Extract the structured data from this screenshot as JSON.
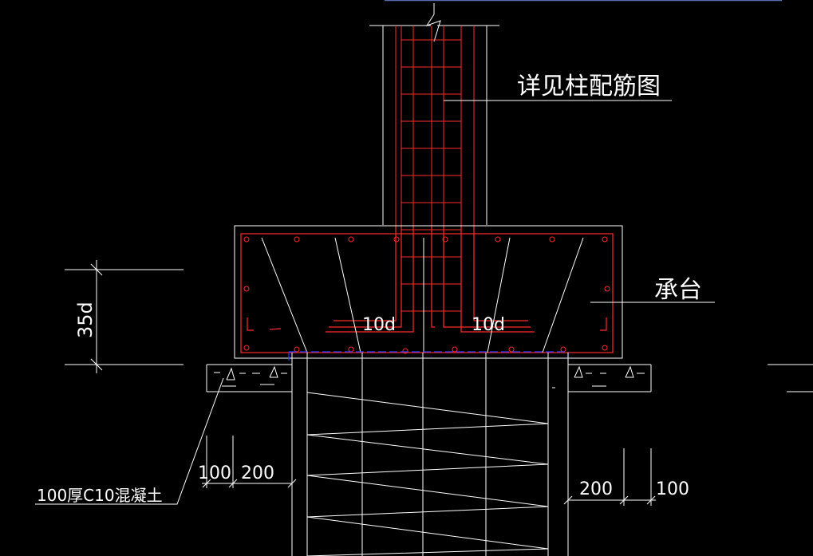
{
  "drawing": {
    "labels": {
      "column_note": "详见柱配筋图",
      "pile_cap": "承台",
      "anchor_length": "35d",
      "bend_length_left": "10d",
      "bend_length_right": "10d",
      "cushion_note": "100厚C10混凝土",
      "dim_left_100": "100",
      "dim_left_200": "200",
      "dim_right_200": "200",
      "dim_right_100": "100"
    },
    "colors": {
      "background": "#000000",
      "lines": "#ffffff",
      "rebar": "#ff2a2a",
      "protective_layer": "#2f3cff",
      "top_band": "#5a6db0"
    }
  }
}
